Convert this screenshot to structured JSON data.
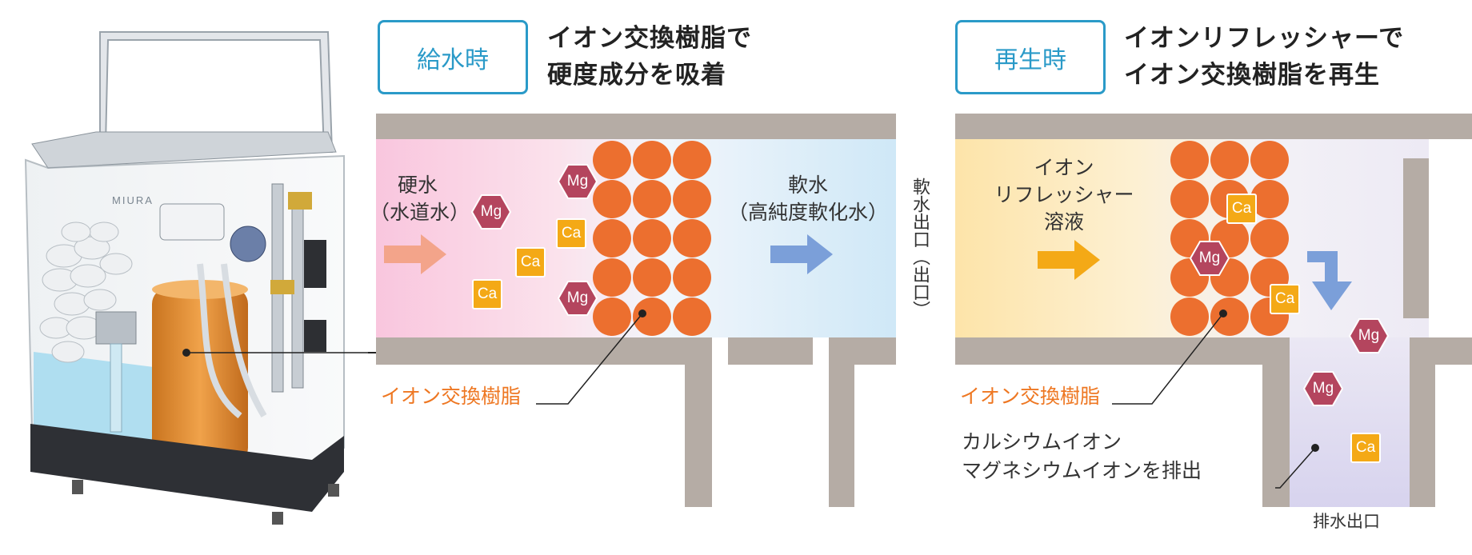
{
  "machine": {
    "brand": "MIURA"
  },
  "panel1": {
    "badge": "給水時",
    "heading_line1": "イオン交換樹脂で",
    "heading_line2": "硬度成分を吸着",
    "hard_water_line1": "硬水",
    "hard_water_line2": "（水道水）",
    "soft_water_line1": "軟水",
    "soft_water_line2": "（高純度軟化水）",
    "outlet": "軟水出口（出口）",
    "resin_label": "イオン交換樹脂"
  },
  "panel2": {
    "badge": "再生時",
    "heading_line1": "イオンリフレッシャーで",
    "heading_line2": "イオン交換樹脂を再生",
    "solution_line1": "イオン",
    "solution_line2": "リフレッシャー",
    "solution_line3": "溶液",
    "resin_label": "イオン交換樹脂",
    "discharge_line1": "カルシウムイオン",
    "discharge_line2": "マグネシウムイオンを排出",
    "drain": "排水出口"
  },
  "ions": {
    "ca": "Ca",
    "mg": "Mg"
  },
  "colors": {
    "accent_blue": "#2a9ac8",
    "resin_orange": "#ec6f2f",
    "label_orange": "#ee7722",
    "wall": "#b5aca5",
    "ca_yellow": "#f4a916",
    "mg_red": "#b4455e"
  }
}
